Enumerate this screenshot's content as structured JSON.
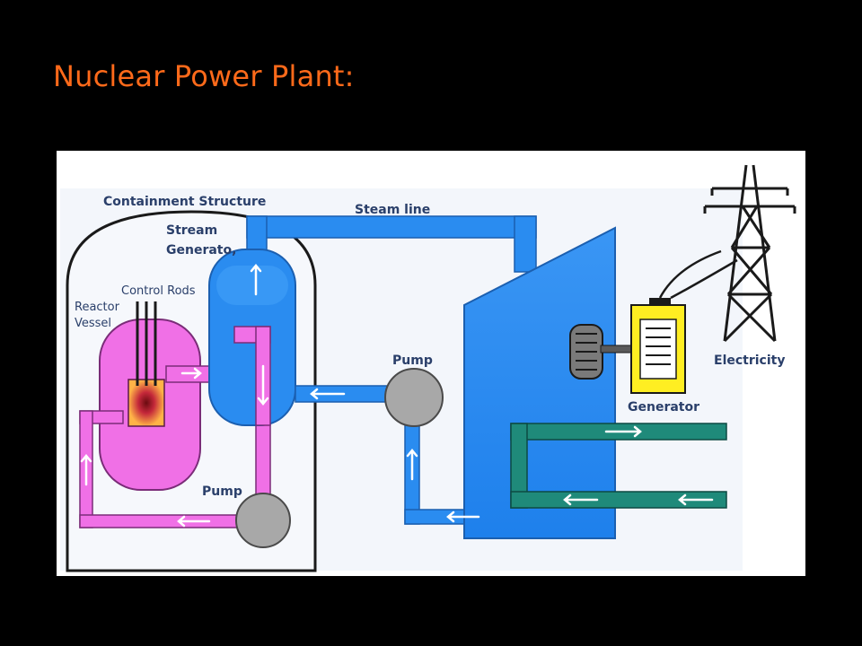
{
  "slide": {
    "title": "Nuclear Power Plant:"
  },
  "labels": {
    "containment": "Containment Structure",
    "steam_gen_1": "Stream",
    "steam_gen_2": "Generato,",
    "control_rods": "Control Rods",
    "reactor_1": "Reactor",
    "reactor_2": "Vessel",
    "steam_line": "Steam line",
    "pump_upper": "Pump",
    "pump_lower": "Pump",
    "generator": "Generator",
    "electricity": "Electricity"
  },
  "colors": {
    "background": "#000000",
    "title": "#ff6a1a",
    "panel": "#ffffff",
    "primary_loop": "#f070e6",
    "steam_water": "#2a8cf0",
    "cooling_water": "#1f8a7a",
    "pump": "#a8a8a8",
    "generator": "#ffee22"
  }
}
